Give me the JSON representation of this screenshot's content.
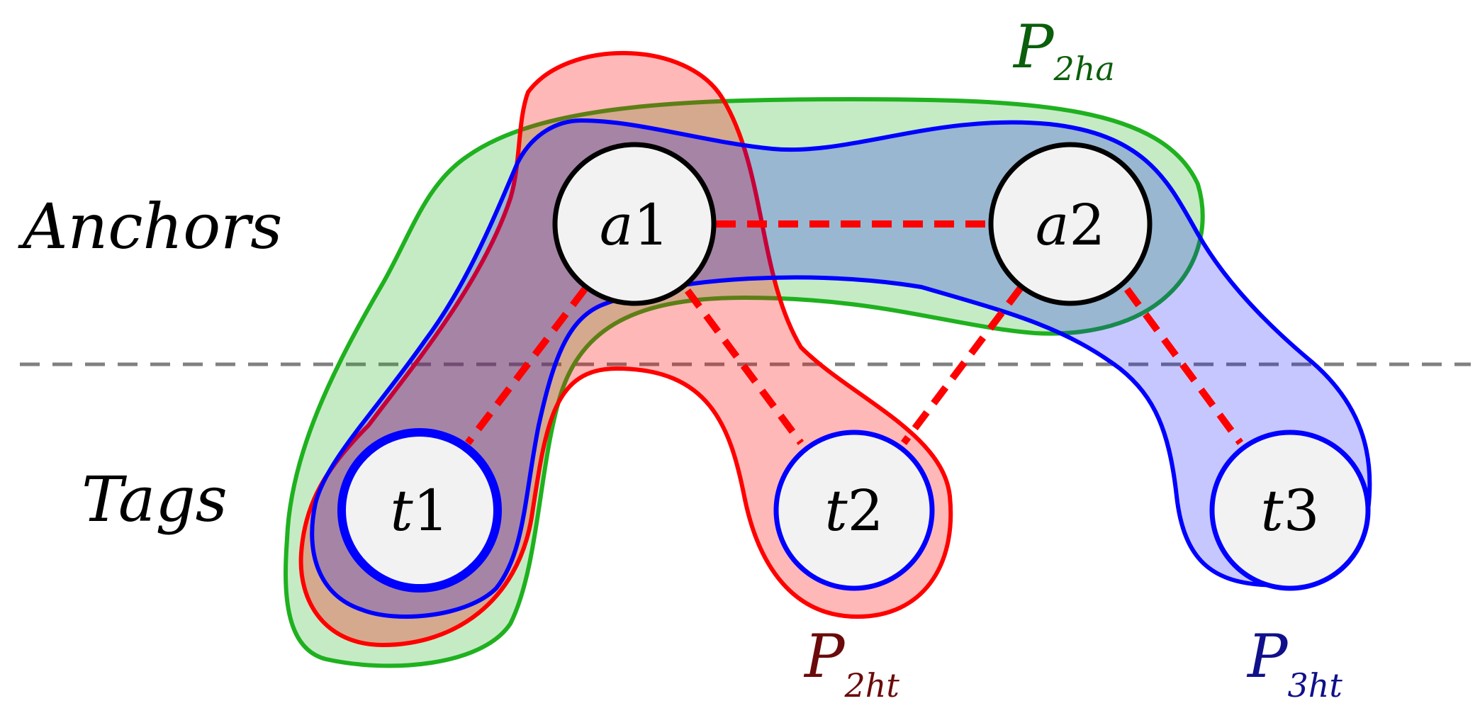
{
  "rows": {
    "anchors": "Anchors",
    "tags": "Tags"
  },
  "nodes": {
    "a1": {
      "letter": "a",
      "num": "1"
    },
    "a2": {
      "letter": "a",
      "num": "2"
    },
    "t1": {
      "letter": "t",
      "num": "1"
    },
    "t2": {
      "letter": "t",
      "num": "2"
    },
    "t3": {
      "letter": "t",
      "num": "3"
    }
  },
  "groups": {
    "p2ha": {
      "main": "P",
      "sub": "2ha",
      "color": "#0b5e0b"
    },
    "p2ht": {
      "main": "P",
      "sub": "2ht",
      "color": "#6b0a0a"
    },
    "p3ht": {
      "main": "P",
      "sub": "3ht",
      "color": "#10108a"
    }
  },
  "colors": {
    "green": "#1fb11f",
    "red": "#ff0000",
    "blue": "#0000ff",
    "separator": "#808080",
    "node_fill": "#f2f2f2"
  }
}
